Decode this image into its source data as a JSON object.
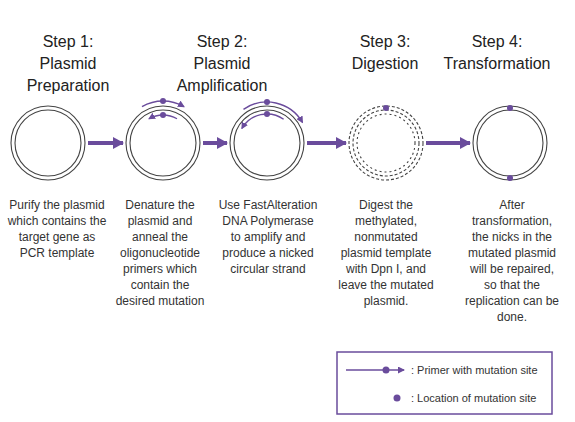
{
  "diagram": {
    "nodes": [
      {
        "text": [
          "Purify the plasmid which contains the target gene as PCR template"
        ]
      },
      {
        "text": [
          "Denature the plasmid and anneal the oligonucleotide primers which contain the desired mutation"
        ]
      },
      {
        "text": [
          "Use FastAlteration DNA Polymerase to amplify and produce a nicked circular strand"
        ]
      },
      {
        "text": [
          "Digest the methylated, nonmutated plasmid template with Dpn I, and leave the mutated plasmid."
        ]
      },
      {
        "text": [
          "After transformation, the nicks in the mutated plasmid will be repaired, so that the replication can be done."
        ]
      }
    ],
    "edges": [
      {
        "from": 0,
        "to": 1,
        "arrow": "to"
      },
      {
        "from": 1,
        "to": 2,
        "arrow": "to"
      },
      {
        "from": 2,
        "to": 3,
        "arrow": "to"
      },
      {
        "from": 3,
        "to": 4,
        "arrow": "to"
      }
    ],
    "labels": [
      "Step 1: Plasmid Preparation",
      "Step 2: Plasmid Amplification",
      "Step 3: Digestion",
      "Step 4: Transformation"
    ],
    "legend": [
      {
        "text": ": Primer with mutation site"
      },
      {
        "text": ": Location of mutation site"
      }
    ]
  }
}
